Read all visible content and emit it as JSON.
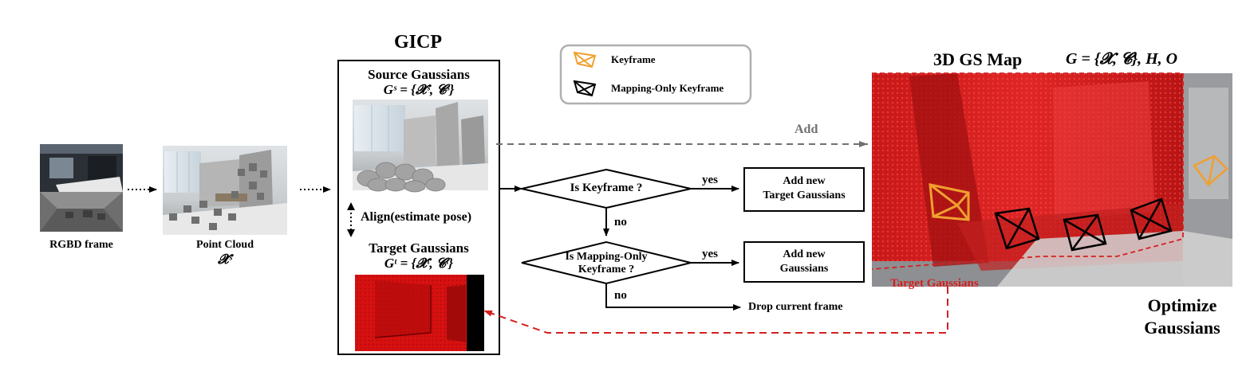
{
  "gicp": {
    "title": "GICP",
    "source_title": "Source Gaussians",
    "source_formula": "Gˢ = {𝓧ˢ, 𝓒ˢ}",
    "align_label": "Align(estimate pose)",
    "target_title": "Target Gaussians",
    "target_formula": "Gᵗ = {𝓧ᵗ, 𝓒ᵗ}"
  },
  "inputs": {
    "rgbd_label": "RGBD frame",
    "pointcloud_label": "Point Cloud",
    "pointcloud_symbol": "𝓧ˢ"
  },
  "legend": {
    "keyframe": "Keyframe",
    "mapping_only": "Mapping-Only Keyframe"
  },
  "flow": {
    "add_label": "Add",
    "decision1": "Is Keyframe ?",
    "decision2_line1": "Is Mapping-Only",
    "decision2_line2": "Keyframe ?",
    "yes1": "yes",
    "no1": "no",
    "yes2": "yes",
    "no2": "no",
    "box1_line1": "Add new",
    "box1_line2": "Target Gaussians",
    "box2_line1": "Add new",
    "box2_line2": "Gaussians",
    "drop_label": "Drop current frame"
  },
  "map": {
    "title": "3D GS Map",
    "formula": "G = {𝓧, 𝓒}, H, O",
    "target_label": "Target Gaussians",
    "optimize_line1": "Optimize",
    "optimize_line2": "Gaussians"
  },
  "colors": {
    "keyframe": "#f0a030",
    "target_red": "#d42020",
    "arrow_gray": "#707070",
    "legend_border": "#b0b0b0"
  }
}
